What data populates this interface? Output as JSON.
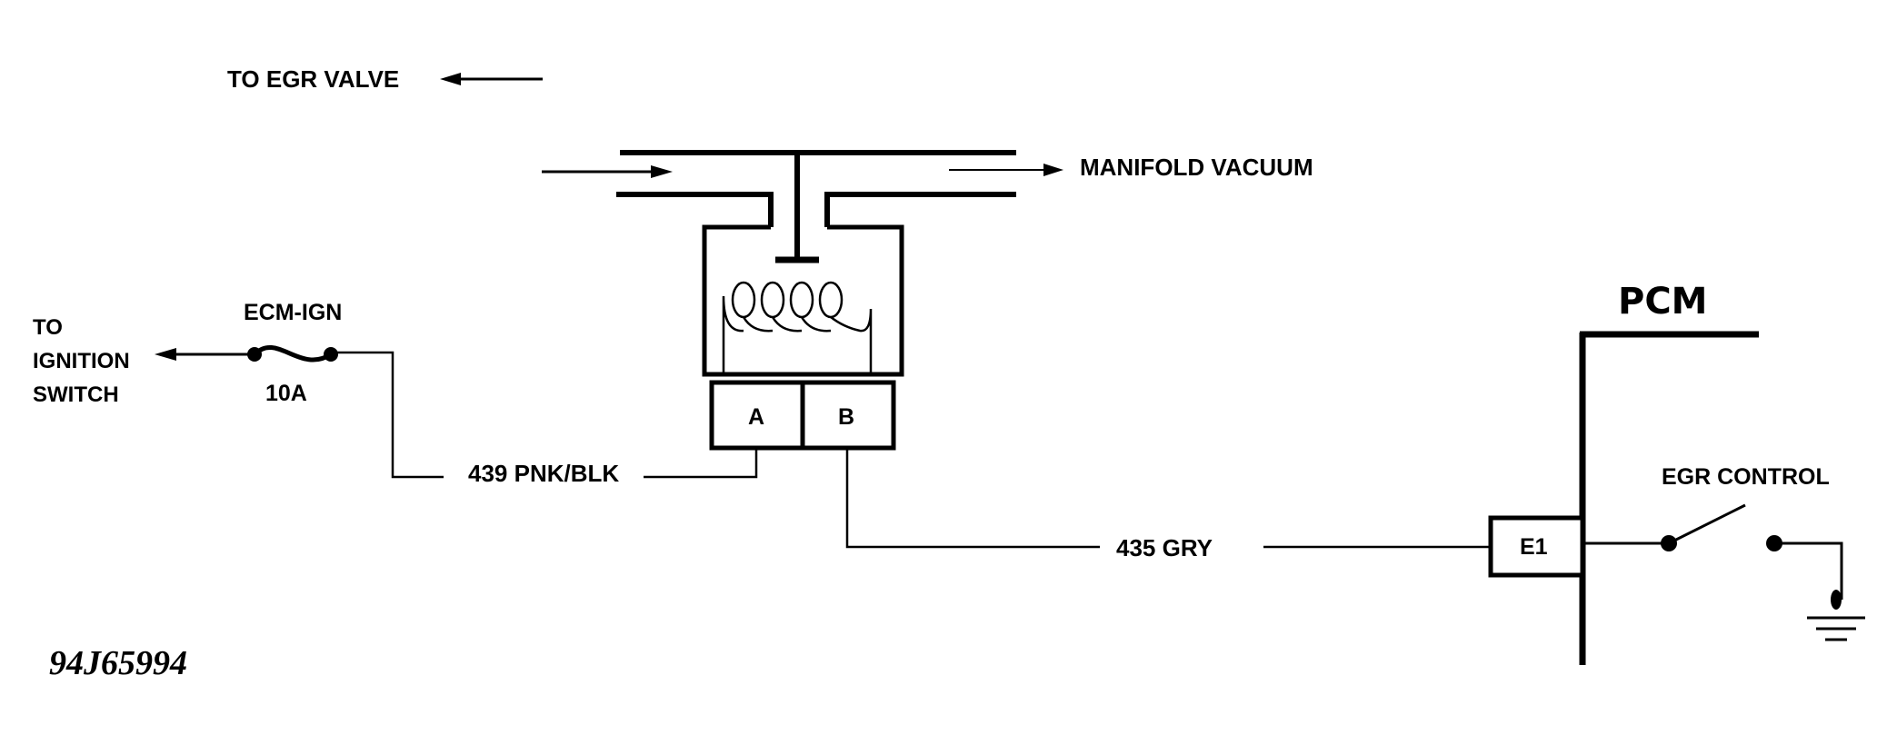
{
  "labels": {
    "to_egr_valve": "TO EGR VALVE",
    "manifold_vacuum": "MANIFOLD VACUUM",
    "to_ignition_line1": "TO",
    "to_ignition_line2": "IGNITION",
    "to_ignition_line3": "SWITCH",
    "fuse_name": "ECM-IGN",
    "fuse_rating": "10A",
    "wire_a": "439 PNK/BLK",
    "wire_b": "435 GRY",
    "terminal_a": "A",
    "terminal_b": "B",
    "pcm": "PCM",
    "pcm_terminal": "E1",
    "egr_control": "EGR CONTROL",
    "figure_id": "94J65994"
  }
}
